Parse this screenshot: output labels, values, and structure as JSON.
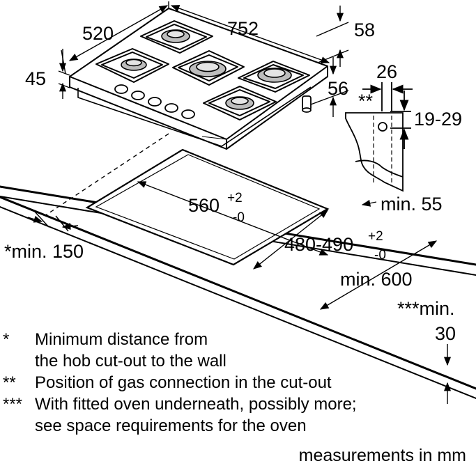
{
  "dimensions": {
    "hob_depth": "520",
    "hob_width": "752",
    "hob_height": "45",
    "gas_pipe_height": "58",
    "connection_to_edge": "56",
    "gas_fitting_width": "26",
    "gas_fitting_mark": "**",
    "worktop_thickness": "19-29",
    "cutout_width_value": "560",
    "cutout_width_tol_plus": "+2",
    "cutout_width_tol_minus": "-0",
    "cutout_depth_value": "480-490",
    "cutout_depth_tol_plus": "+2",
    "cutout_depth_tol_minus": "-0",
    "min_front_edge": "min. 55",
    "min_worktop_depth": "min. 600",
    "min_wall_distance": "*min. 150",
    "min_oven_clearance_line1": "***min.",
    "min_oven_clearance_line2": "30"
  },
  "notes": [
    {
      "mark": "*",
      "lines": [
        "Minimum distance from",
        "the hob cut-out to the wall"
      ]
    },
    {
      "mark": "**",
      "lines": [
        "Position of gas connection in the cut-out"
      ]
    },
    {
      "mark": "***",
      "lines": [
        "With fitted oven underneath, possibly more;",
        "see space requirements for the oven"
      ]
    }
  ],
  "units_label": "measurements in mm"
}
